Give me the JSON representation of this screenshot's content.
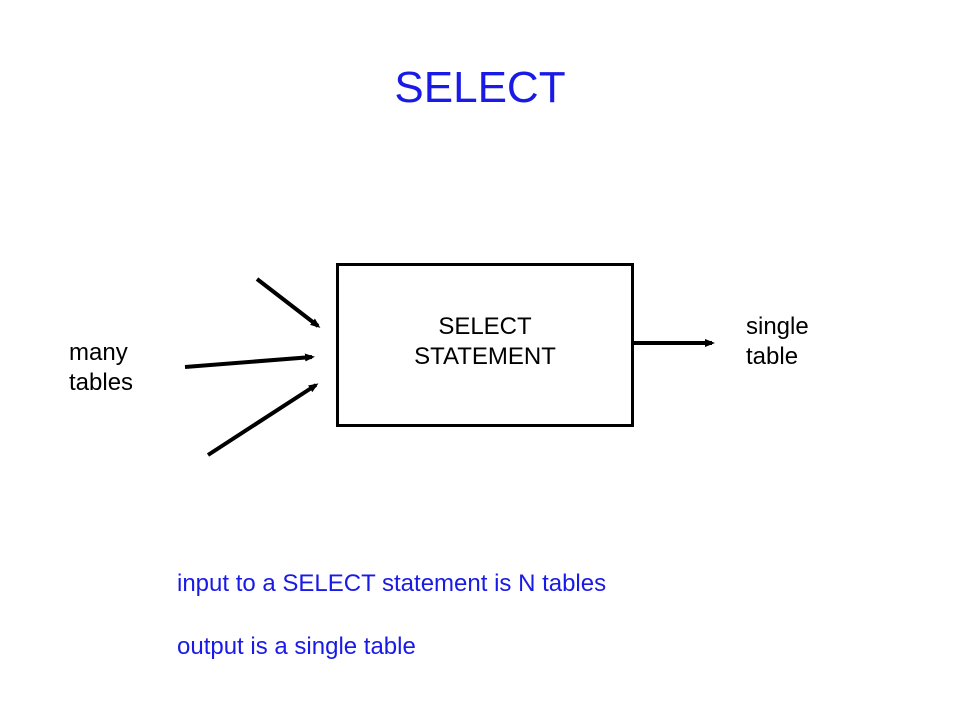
{
  "slide": {
    "title": "SELECT",
    "box": {
      "line1": "SELECT",
      "line2": "STATEMENT"
    },
    "input_label": {
      "line1": "many",
      "line2": "tables"
    },
    "output_label": {
      "line1": "single",
      "line2": "table"
    },
    "notes": [
      "input to a SELECT statement is N tables",
      "output is a single table"
    ]
  },
  "colors": {
    "title_text": "#1a1ae6",
    "note_text": "#1a1ae6",
    "diagram": "#000000"
  }
}
